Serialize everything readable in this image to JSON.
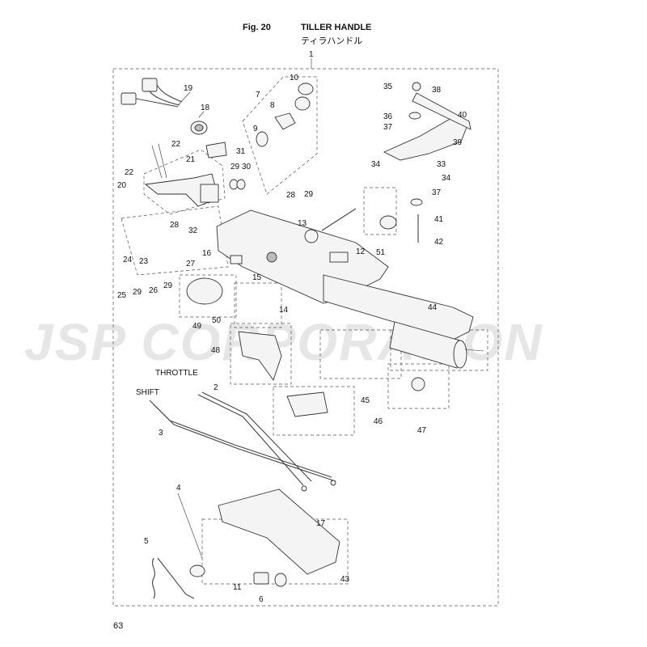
{
  "header": {
    "fig_label": "Fig. 20",
    "title": "TILLER HANDLE",
    "title_jp": "ティラハンドル"
  },
  "watermark": "JSP CORPORATION",
  "page_number": "63",
  "cable_labels": {
    "throttle": "THROTTLE",
    "shift": "SHIFT"
  },
  "callouts": {
    "c1": "1",
    "c2": "2",
    "c3": "3",
    "c4": "4",
    "c5": "5",
    "c6": "6",
    "c7": "7",
    "c8": "8",
    "c9": "9",
    "c10": "10",
    "c11": "11",
    "c12": "12",
    "c13": "13",
    "c14": "14",
    "c15": "15",
    "c16": "16",
    "c17": "17",
    "c18": "18",
    "c19": "19",
    "c20": "20",
    "c21": "21",
    "c22a": "22",
    "c22b": "22",
    "c23": "23",
    "c24": "24",
    "c25": "25",
    "c26": "26",
    "c27": "27",
    "c28a": "28",
    "c28b": "28",
    "c29a": "29",
    "c29b": "29",
    "c29c": "29",
    "c29d": "29",
    "c30": "30",
    "c31": "31",
    "c32": "32",
    "c33": "33",
    "c34a": "34",
    "c34b": "34",
    "c35": "35",
    "c36": "36",
    "c37a": "37",
    "c37b": "37",
    "c38": "38",
    "c39": "39",
    "c40": "40",
    "c41": "41",
    "c42": "42",
    "c43": "43",
    "c44": "44",
    "c45": "45",
    "c46": "46",
    "c47": "47",
    "c48": "48",
    "c49": "49",
    "c50": "50",
    "c51": "51"
  }
}
